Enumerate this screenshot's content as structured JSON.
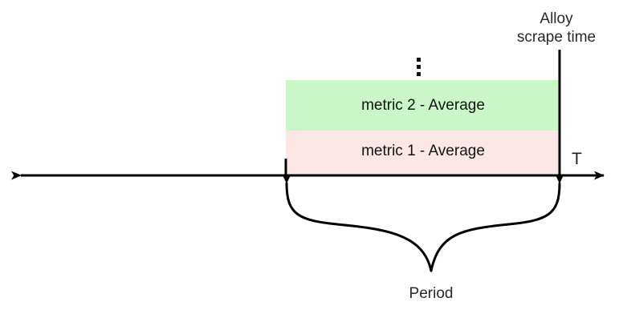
{
  "diagram": {
    "title_label": "Alloy scrape time",
    "title_line_1": "Alloy",
    "title_line_2": "scrape time",
    "axis_label": "T",
    "period_label": "Period",
    "ellipsis": "⋮",
    "bands": [
      {
        "label": "metric 2 - Average",
        "color": "#caf7c8",
        "name": "metric-2-band"
      },
      {
        "label": "metric 1 - Average",
        "color": "#fae7e6",
        "name": "metric-1-band"
      }
    ],
    "colors": {
      "line": "#000000",
      "text": "#26292e",
      "box_text": "#111314",
      "green_band": "#caf7c8",
      "pink_band": "#fae7e6",
      "background": "#ffffff"
    }
  }
}
